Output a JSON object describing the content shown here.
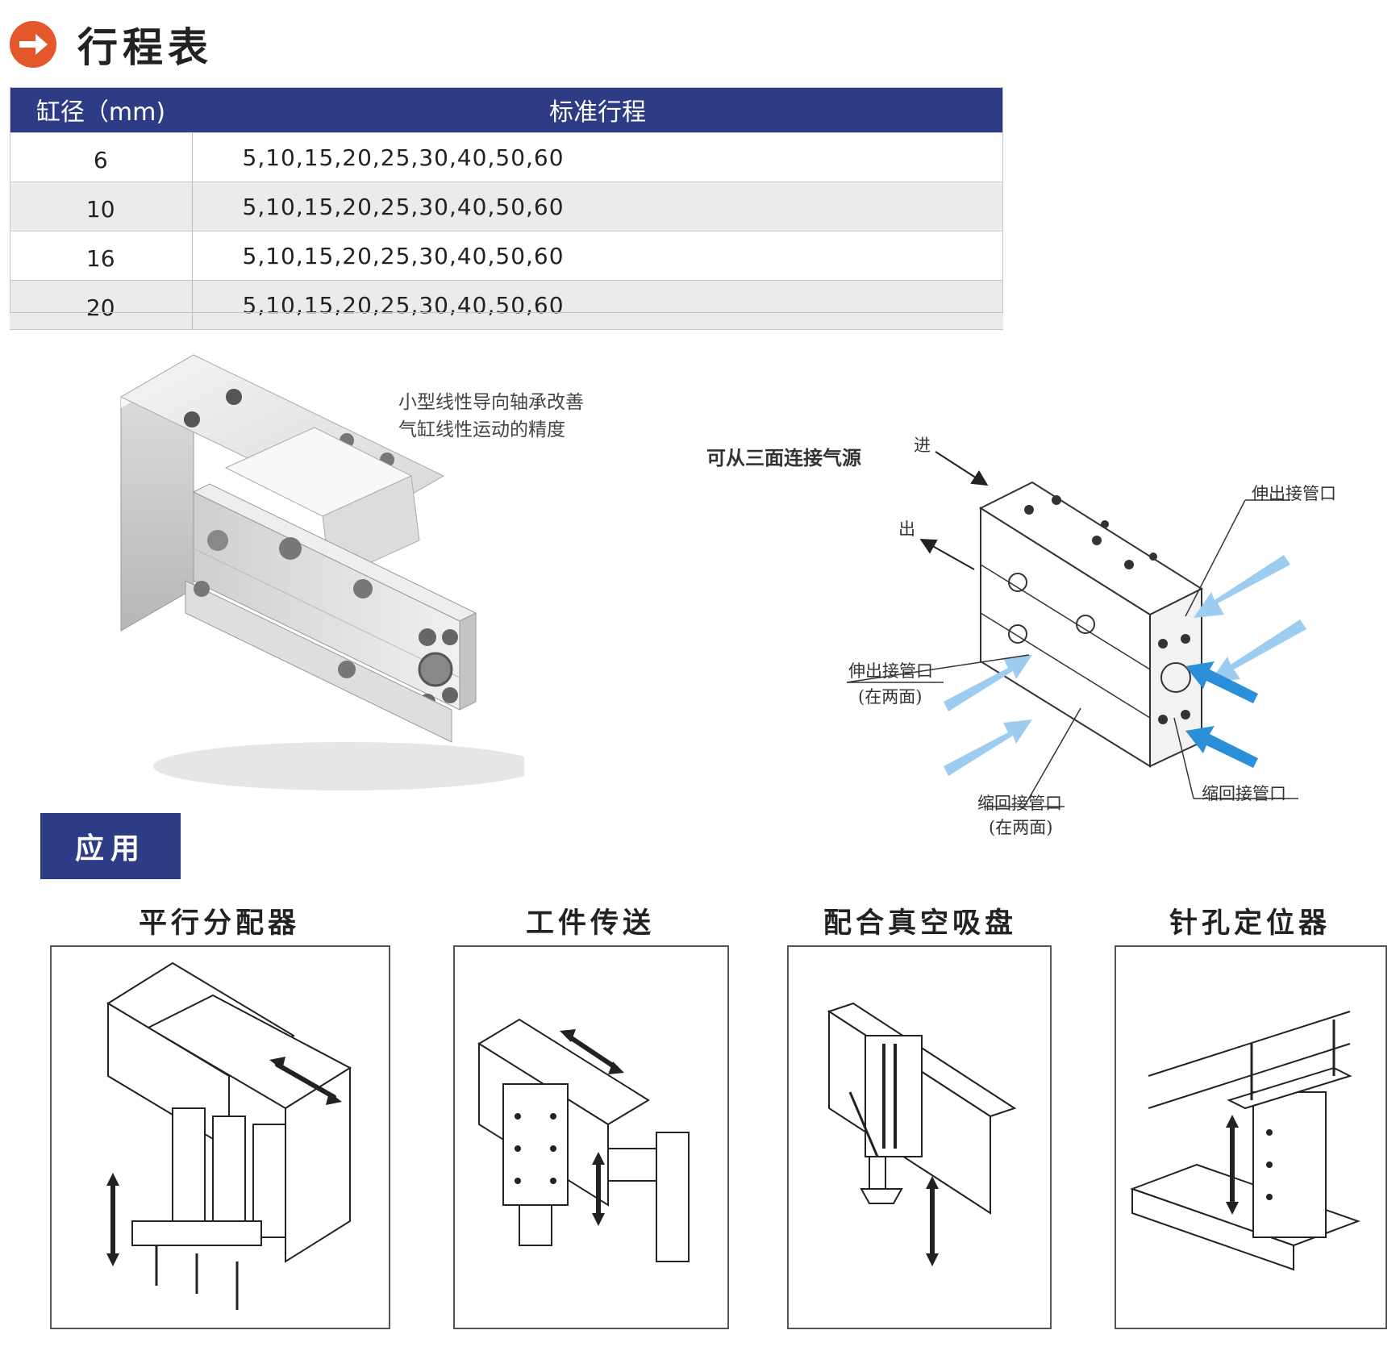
{
  "header": {
    "title": "行程表"
  },
  "stroke_table": {
    "columns": [
      "缸径（mm)",
      "标准行程"
    ],
    "rows": [
      {
        "bore": "6",
        "strokes": "5,10,15,20,25,30,40,50,60"
      },
      {
        "bore": "10",
        "strokes": "5,10,15,20,25,30,40,50,60"
      },
      {
        "bore": "16",
        "strokes": "5,10,15,20,25,30,40,50,60"
      },
      {
        "bore": "20",
        "strokes": "5,10,15,20,25,30,40,50,60"
      }
    ]
  },
  "product_callout": {
    "line1": "小型线性导向轴承改善",
    "line2": "气缸线性运动的精度"
  },
  "port_diagram": {
    "main_label": "可从三面连接气源",
    "in_label": "进",
    "out_label": "出",
    "extend_port_right": "伸出接管口",
    "extend_port_left": "伸出接管口",
    "extend_port_left_note": "(在两面)",
    "retract_port_left": "缩回接管口",
    "retract_port_left_note": "(在两面)",
    "retract_port_right": "缩回接管口"
  },
  "application": {
    "label": "应用",
    "items": [
      {
        "title": "平行分配器"
      },
      {
        "title": "工件传送"
      },
      {
        "title": "配合真空吸盘"
      },
      {
        "title": "针孔定位器"
      }
    ]
  },
  "colors": {
    "accent_orange": "#e4572a",
    "header_navy": "#2e3b85",
    "arrow_blue": "#2a8fd8",
    "arrow_light_blue": "#9cccf0"
  }
}
